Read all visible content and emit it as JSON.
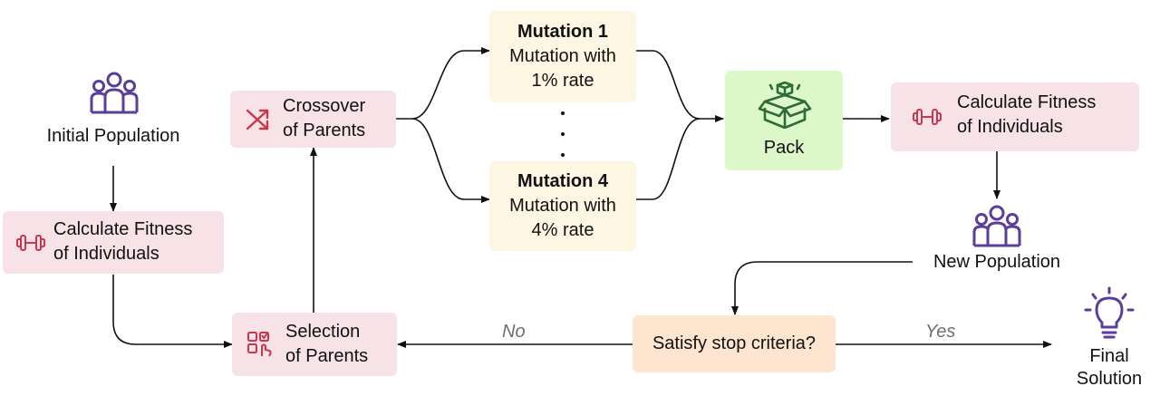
{
  "nodes": {
    "initial_population": {
      "label": "Initial Population",
      "icon": "people-icon"
    },
    "calc_fitness_left": {
      "line1": "Calculate Fitness",
      "line2": "of Individuals",
      "icon": "dumbbell-icon"
    },
    "crossover": {
      "line1": "Crossover",
      "line2": "of Parents",
      "icon": "crossover-icon"
    },
    "selection": {
      "line1": "Selection",
      "line2": "of Parents",
      "icon": "selection-icon"
    },
    "mutation1": {
      "title": "Mutation 1",
      "line1": "Mutation with",
      "line2": "1% rate"
    },
    "mutation4": {
      "title": "Mutation 4",
      "line1": "Mutation with",
      "line2": "4% rate"
    },
    "pack": {
      "label": "Pack",
      "icon": "package-icon"
    },
    "calc_fitness_right": {
      "line1": "Calculate Fitness",
      "line2": "of Individuals",
      "icon": "dumbbell-icon"
    },
    "new_population": {
      "label": "New Population",
      "icon": "people-icon"
    },
    "stop_criteria": {
      "label": "Satisfy stop criteria?"
    },
    "final_solution": {
      "line1": "Final",
      "line2": "Solution",
      "icon": "lightbulb-icon"
    }
  },
  "edge_labels": {
    "no": "No",
    "yes": "Yes"
  },
  "colors": {
    "pink": "#f7e3e7",
    "cream": "#fcf6e3",
    "green": "#dcf7c8",
    "orange": "#fde5cf",
    "icon_purple": "#5b3e9c",
    "icon_red": "#c8374b",
    "icon_green": "#2e6b35"
  }
}
